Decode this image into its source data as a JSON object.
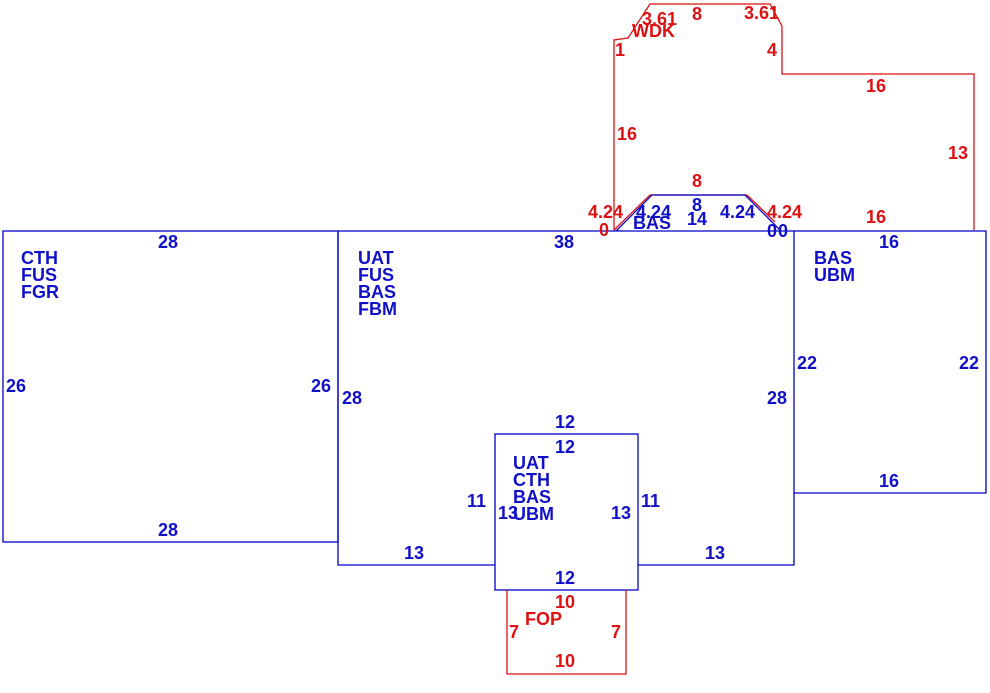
{
  "areas": [
    {
      "id": "garage",
      "codes": [
        "CTH",
        "FUS",
        "FGR"
      ],
      "color": "blue",
      "dims": {
        "top": "28",
        "bottom": "28",
        "left": "26",
        "right": "26"
      }
    },
    {
      "id": "main",
      "codes": [
        "UAT",
        "FUS",
        "BAS",
        "FBM"
      ],
      "color": "blue",
      "dims": {
        "top": "38",
        "left": "28",
        "right": "28",
        "bottom_left": "13",
        "bottom_right": "13"
      }
    },
    {
      "id": "right-wing",
      "codes": [
        "BAS",
        "UBM"
      ],
      "color": "blue",
      "dims": {
        "top": "16",
        "bottom": "16",
        "left": "22",
        "right": "22"
      }
    },
    {
      "id": "center-box",
      "codes": [
        "UAT",
        "CTH",
        "BAS",
        "UBM"
      ],
      "color": "blue",
      "dims": {
        "top_outer": "12",
        "top_inner": "12",
        "bottom": "12",
        "left_outer": "11",
        "left_inner": "13",
        "right_inner": "13",
        "right_outer": "11"
      }
    },
    {
      "id": "bay",
      "codes": [
        "BAS"
      ],
      "color": "blue",
      "dims": {
        "left_diag": "4.24",
        "right_diag": "4.24",
        "top": "8",
        "bottom": "14",
        "zero_right_a": "0",
        "zero_right_b": "0"
      }
    },
    {
      "id": "deck",
      "codes": [
        "WDK"
      ],
      "color": "red",
      "dims": {
        "diag_left": "3.61",
        "top": "8",
        "diag_right": "3.61",
        "short_left": "1",
        "short_right": "4",
        "top_right": "16",
        "right": "13",
        "bottom_right": "16",
        "left": "16",
        "bay_top": "8",
        "bay_left_diag": "4.24",
        "bay_right_diag": "4.24",
        "zero_left": "0"
      }
    },
    {
      "id": "porch",
      "codes": [
        "FOP"
      ],
      "color": "red",
      "dims": {
        "top": "10",
        "bottom": "10",
        "left": "7",
        "right": "7"
      }
    }
  ]
}
